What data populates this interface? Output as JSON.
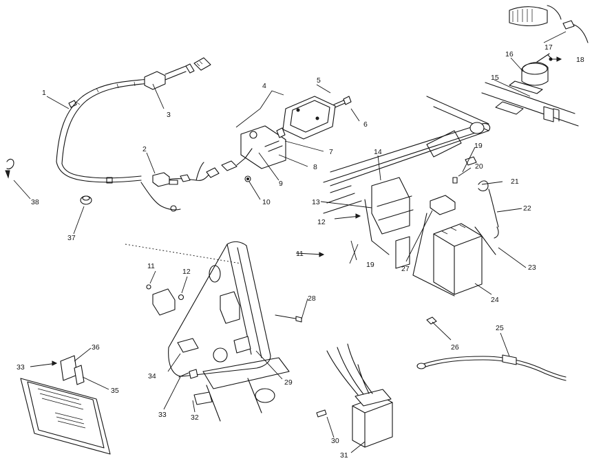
{
  "diagram": {
    "callouts": [
      {
        "id": "c1",
        "label": "1"
      },
      {
        "id": "c2",
        "label": "2"
      },
      {
        "id": "c3",
        "label": "3"
      },
      {
        "id": "c4",
        "label": "4"
      },
      {
        "id": "c5",
        "label": "5"
      },
      {
        "id": "c6",
        "label": "6"
      },
      {
        "id": "c7",
        "label": "7"
      },
      {
        "id": "c8",
        "label": "8"
      },
      {
        "id": "c9",
        "label": "9"
      },
      {
        "id": "c10",
        "label": "10"
      },
      {
        "id": "c11a",
        "label": "11"
      },
      {
        "id": "c11b",
        "label": "11"
      },
      {
        "id": "c12a",
        "label": "12"
      },
      {
        "id": "c12b",
        "label": "12"
      },
      {
        "id": "c13",
        "label": "13"
      },
      {
        "id": "c14",
        "label": "14"
      },
      {
        "id": "c15",
        "label": "15"
      },
      {
        "id": "c16",
        "label": "16"
      },
      {
        "id": "c17",
        "label": "17"
      },
      {
        "id": "c18",
        "label": "18"
      },
      {
        "id": "c19a",
        "label": "19"
      },
      {
        "id": "c19b",
        "label": "19"
      },
      {
        "id": "c20",
        "label": "20"
      },
      {
        "id": "c21",
        "label": "21"
      },
      {
        "id": "c22",
        "label": "22"
      },
      {
        "id": "c23",
        "label": "23"
      },
      {
        "id": "c24",
        "label": "24"
      },
      {
        "id": "c25",
        "label": "25"
      },
      {
        "id": "c26",
        "label": "26"
      },
      {
        "id": "c27",
        "label": "27"
      },
      {
        "id": "c28",
        "label": "28"
      },
      {
        "id": "c29",
        "label": "29"
      },
      {
        "id": "c30",
        "label": "30"
      },
      {
        "id": "c31",
        "label": "31"
      },
      {
        "id": "c32",
        "label": "32"
      },
      {
        "id": "c33a",
        "label": "33"
      },
      {
        "id": "c33b",
        "label": "33"
      },
      {
        "id": "c34",
        "label": "34"
      },
      {
        "id": "c35",
        "label": "35"
      },
      {
        "id": "c36",
        "label": "36"
      },
      {
        "id": "c37",
        "label": "37"
      },
      {
        "id": "c38",
        "label": "38"
      }
    ]
  }
}
